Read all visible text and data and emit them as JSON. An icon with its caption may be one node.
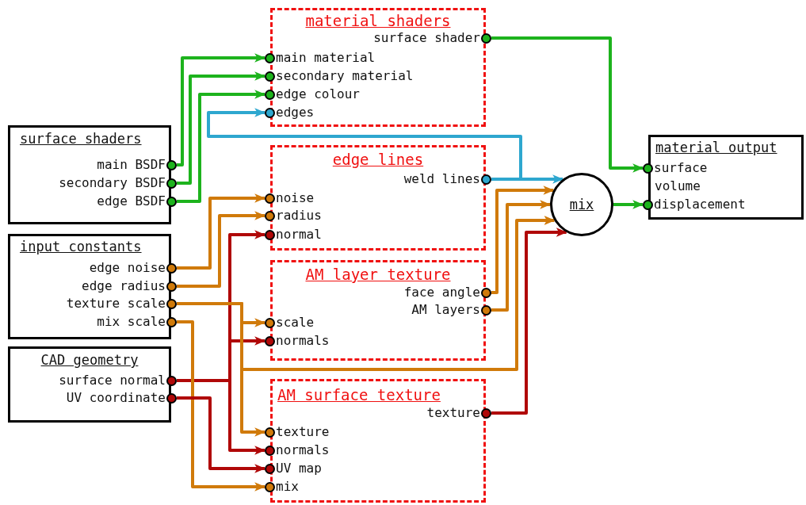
{
  "diagram": {
    "nodes": [
      {
        "text": [
          "surface shaders"
        ]
      },
      {
        "text": [
          "main BSDF"
        ],
        "in": 0
      },
      {
        "text": [
          "secondary BSDF"
        ],
        "in": 0
      },
      {
        "text": [
          "edge BSDF"
        ],
        "in": 0
      },
      {
        "text": [
          "input constants"
        ]
      },
      {
        "text": [
          "edge noise"
        ],
        "in": 4
      },
      {
        "text": [
          "edge radius"
        ],
        "in": 4
      },
      {
        "text": [
          "texture scale"
        ],
        "in": 4
      },
      {
        "text": [
          "mix scale"
        ],
        "in": 4
      },
      {
        "text": [
          "CAD geometry"
        ]
      },
      {
        "text": [
          "surface normal"
        ],
        "in": 9
      },
      {
        "text": [
          "UV coordinate"
        ],
        "in": 9
      },
      {
        "text": [
          "material shaders"
        ]
      },
      {
        "text": [
          "surface shader"
        ],
        "in": 12
      },
      {
        "text": [
          "main material"
        ],
        "in": 12
      },
      {
        "text": [
          "secondary material"
        ],
        "in": 12
      },
      {
        "text": [
          "edge colour"
        ],
        "in": 12
      },
      {
        "text": [
          "edges"
        ],
        "in": 12
      },
      {
        "text": [
          "edge lines"
        ]
      },
      {
        "text": [
          "weld lines"
        ],
        "in": 18
      },
      {
        "text": [
          "noise"
        ],
        "in": 18
      },
      {
        "text": [
          "radius"
        ],
        "in": 18
      },
      {
        "text": [
          "normal"
        ],
        "in": 18
      },
      {
        "text": [
          "AM layer texture"
        ]
      },
      {
        "text": [
          "face angle"
        ],
        "in": 23
      },
      {
        "text": [
          "AM layers"
        ],
        "in": 23
      },
      {
        "text": [
          "scale"
        ],
        "in": 23
      },
      {
        "text": [
          "normals"
        ],
        "in": 23
      },
      {
        "text": [
          "AM surface texture"
        ]
      },
      {
        "text": [
          "texture"
        ],
        "in": 28
      },
      {
        "text": [
          "texture"
        ],
        "in": 28
      },
      {
        "text": [
          "normals"
        ],
        "in": 28
      },
      {
        "text": [
          "UV map"
        ],
        "in": 28
      },
      {
        "text": [
          "mix"
        ],
        "in": 28
      },
      {
        "text": [
          "mix"
        ]
      },
      {
        "text": [
          "material output"
        ]
      },
      {
        "text": [
          "surface"
        ],
        "in": 35
      },
      {
        "text": [
          "volume"
        ],
        "in": 35
      },
      {
        "text": [
          "displacement"
        ],
        "in": 35
      }
    ],
    "edges": [
      {
        "from": 1,
        "to": 14,
        "arrow": "to",
        "color": "#1db31d"
      },
      {
        "from": 2,
        "to": 15,
        "arrow": "to",
        "color": "#1db31d"
      },
      {
        "from": 3,
        "to": 16,
        "arrow": "to",
        "color": "#1db31d"
      },
      {
        "from": 13,
        "to": 36,
        "arrow": "to",
        "color": "#1db31d"
      },
      {
        "from": 34,
        "to": 38,
        "arrow": "to",
        "color": "#1db31d"
      },
      {
        "from": 19,
        "to": 17,
        "arrow": "to",
        "color": "#2ea7cf"
      },
      {
        "from": 19,
        "to": 34,
        "arrow": "to",
        "color": "#2ea7cf"
      },
      {
        "from": 5,
        "to": 20,
        "arrow": "to",
        "color": "#d07a0a"
      },
      {
        "from": 6,
        "to": 21,
        "arrow": "to",
        "color": "#d07a0a"
      },
      {
        "from": 10,
        "to": 22,
        "arrow": "to",
        "color": "#b00808"
      },
      {
        "from": 10,
        "to": 27,
        "arrow": "to",
        "color": "#b00808"
      },
      {
        "from": 10,
        "to": 31,
        "arrow": "to",
        "color": "#b00808"
      },
      {
        "from": 7,
        "to": 26,
        "arrow": "to",
        "color": "#d07a0a"
      },
      {
        "from": 7,
        "to": 30,
        "arrow": "to",
        "color": "#d07a0a"
      },
      {
        "from": 7,
        "to": 34,
        "arrow": "to",
        "color": "#d07a0a"
      },
      {
        "from": 8,
        "to": 33,
        "arrow": "to",
        "color": "#d07a0a"
      },
      {
        "from": 11,
        "to": 32,
        "arrow": "to",
        "color": "#b00808"
      },
      {
        "from": 24,
        "to": 34,
        "arrow": "to",
        "color": "#d07a0a"
      },
      {
        "from": 25,
        "to": 34,
        "arrow": "to",
        "color": "#d07a0a"
      },
      {
        "from": 29,
        "to": 34,
        "arrow": "to",
        "color": "#b00808"
      }
    ]
  }
}
